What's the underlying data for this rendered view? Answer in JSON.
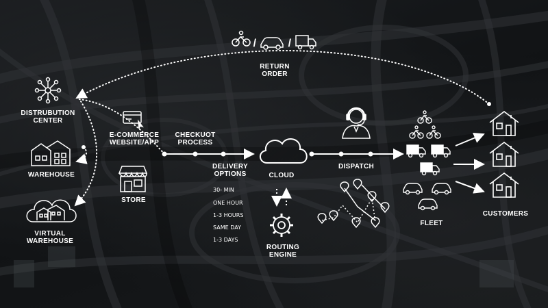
{
  "labels": {
    "distribution_center": "DISTRUBUTION\nCENTER",
    "warehouse": "WAREHOUSE",
    "virtual_warehouse": "VIRTUAL\nWAREHOUSE",
    "ecommerce": "E-COMMERCE\nWEBSITE/APP",
    "store": "STORE",
    "checkout": "CHECKUOT\nPROCESS",
    "delivery_options": "DELIVERY\nOPTIONS",
    "cloud": "CLOUD",
    "routing_engine": "ROUTING\nENGINE",
    "dispatch": "DISPATCH",
    "fleet": "FLEET",
    "customers": "CUSTOMERS",
    "return_order": "RETURN\nORDER"
  },
  "delivery_options": [
    "30- MIN",
    "ONE HOUR",
    "1-3 HOURS",
    "SAME DAY",
    "1-3 DAYS"
  ],
  "return_separator_1": "/",
  "return_separator_2": "/",
  "colors": {
    "line": "#ffffff",
    "background": "#1f2225"
  },
  "icons": {
    "distribution_center": "network-hub-icon",
    "warehouse": "warehouse-icon",
    "virtual_warehouse": "cloud-warehouse-icon",
    "ecommerce": "credit-card-icon",
    "store": "store-icon",
    "cloud": "cloud-icon",
    "routing": "gear-sync-icon",
    "dispatch": "headset-operator-icon",
    "route_map": "map-pins-icon",
    "fleet": "vehicles-icon",
    "customers": "house-icon",
    "return": [
      "bicycle-icon",
      "car-icon",
      "truck-icon"
    ]
  }
}
